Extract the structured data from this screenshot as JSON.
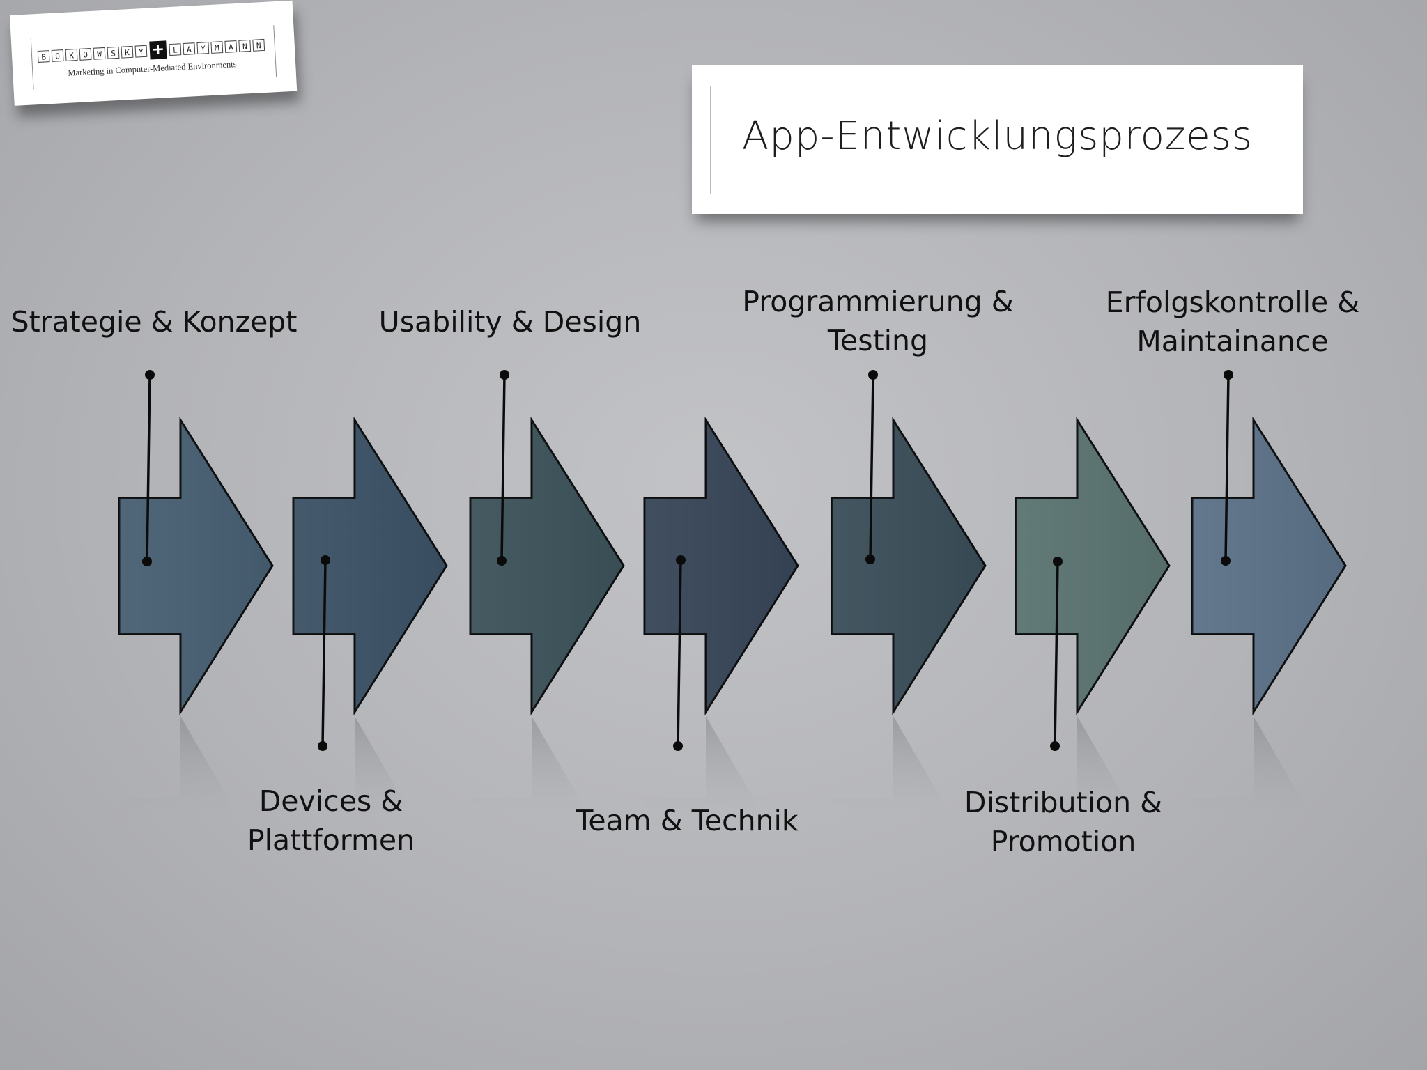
{
  "logo": {
    "letters_left": [
      "B",
      "O",
      "K",
      "O",
      "W",
      "S",
      "K",
      "Y"
    ],
    "plus": "+",
    "letters_right": [
      "L",
      "A",
      "Y",
      "M",
      "A",
      "N",
      "N"
    ],
    "tagline": "Marketing in Computer-Mediated Environments"
  },
  "title": "App-Entwicklungsprozess",
  "steps": [
    {
      "label": "Strategie & Konzept",
      "label_position": "top",
      "color": "#475f72"
    },
    {
      "label": "Devices & Plattformen",
      "label_position": "bottom",
      "color": "#3b5165"
    },
    {
      "label": "Usability & Design",
      "label_position": "top",
      "color": "#3c5259"
    },
    {
      "label": "Team & Technik",
      "label_position": "bottom",
      "color": "#374558"
    },
    {
      "label": "Programmierung & Testing",
      "label_position": "top",
      "color": "#3a4d58"
    },
    {
      "label": "Distribution & Promotion",
      "label_position": "bottom",
      "color": "#5a7370"
    },
    {
      "label": "Erfolgskontrolle & Maintainance",
      "label_position": "top",
      "color": "#5b7187"
    }
  ]
}
